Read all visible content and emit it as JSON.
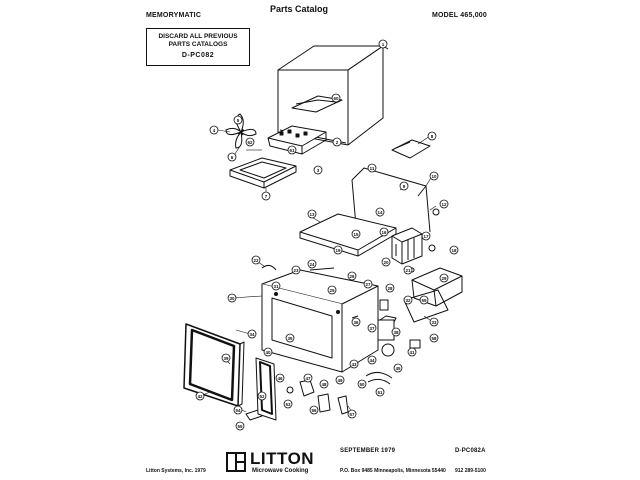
{
  "header": {
    "left": "MEMORYMATIC",
    "title": "Parts Catalog",
    "right": "MODEL 465,000"
  },
  "notice": {
    "line1": "DISCARD ALL PREVIOUS",
    "line2": "PARTS CATALOGS",
    "code": "D-PC082"
  },
  "footer": {
    "date": "SEPTEMBER 1979",
    "doc_code": "D-PC082A",
    "brand": "LITTON",
    "brand_sub": "Microwave Cooking",
    "copyright": "Litton Systems, Inc. 1979",
    "address": "P.O. Box 9485   Minneapolis, Minnesota 55440",
    "part_no": "912 289-5100"
  },
  "callouts": [
    "1",
    "2",
    "3",
    "4",
    "5",
    "6",
    "7",
    "8",
    "9",
    "10",
    "11",
    "12",
    "13",
    "14",
    "15",
    "16",
    "17",
    "18",
    "19",
    "20",
    "21",
    "22",
    "23",
    "24",
    "25",
    "26",
    "27",
    "28",
    "29",
    "30",
    "31",
    "32",
    "33",
    "34",
    "35",
    "36",
    "37",
    "38",
    "39",
    "40",
    "41",
    "42",
    "43",
    "44",
    "45",
    "46",
    "47",
    "48",
    "49",
    "50",
    "51",
    "52",
    "53",
    "54",
    "55",
    "56",
    "57",
    "58",
    "59",
    "60",
    "61",
    "62"
  ]
}
